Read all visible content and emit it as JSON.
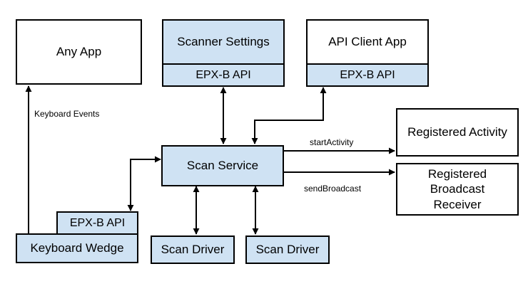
{
  "boxes": {
    "any_app": "Any App",
    "scanner_settings": "Scanner Settings",
    "scanner_settings_api": "EPX-B API",
    "api_client_app": "API Client App",
    "api_client_app_api": "EPX-B API",
    "scan_service": "Scan Service",
    "registered_activity": "Registered Activity",
    "registered_broadcast_receiver": "Registered\nBroadcast\nReceiver",
    "keyboard_wedge_api": "EPX-B API",
    "keyboard_wedge": "Keyboard Wedge",
    "scan_driver_1": "Scan Driver",
    "scan_driver_2": "Scan Driver"
  },
  "edge_labels": {
    "keyboard_events": "Keyboard Events",
    "start_activity": "startActivity",
    "send_broadcast": "sendBroadcast"
  },
  "colors": {
    "box_fill": "#ffffff",
    "api_fill": "#cfe2f3",
    "stroke": "#000000"
  }
}
